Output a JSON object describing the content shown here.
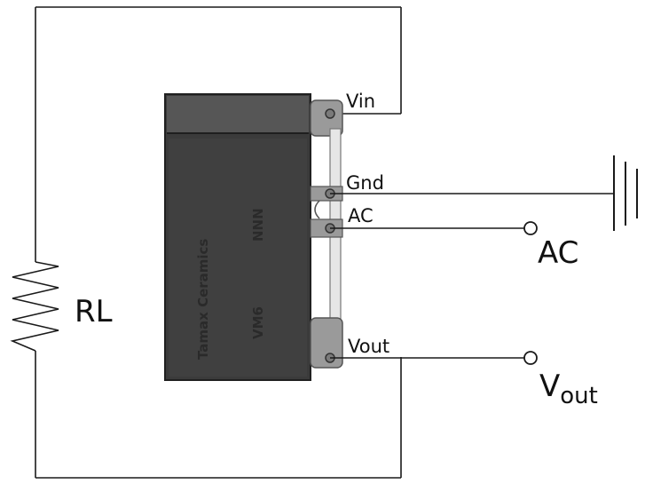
{
  "pins": {
    "vin": "Vin",
    "gnd": "Gnd",
    "ac": "AC",
    "vout": "Vout"
  },
  "terminals": {
    "ac": "AC",
    "vout_main": "V",
    "vout_sub": "out"
  },
  "load": {
    "label": "RL"
  },
  "module": {
    "brand": "Tamax Ceramics",
    "code_top": "NNN",
    "code_bottom": "VM6"
  },
  "colors": {
    "wire": "#1a1a1a",
    "module_body": "#3f3f3f",
    "module_top": "#555555",
    "pin_metal": "#9a9a9a"
  },
  "icons": {
    "ground": "ground-icon",
    "resistor": "resistor-icon",
    "terminal": "open-terminal-icon"
  }
}
